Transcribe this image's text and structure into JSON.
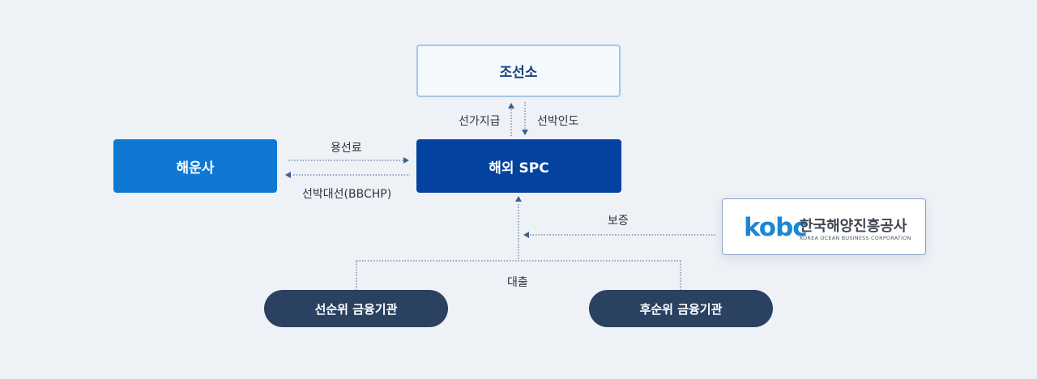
{
  "nodes": {
    "shipyard": "조선소",
    "shipping_company": "해운사",
    "overseas_spc": "해외 SPC",
    "senior_lender": "선순위 금융기관",
    "junior_lender": "후순위 금융기관"
  },
  "kobc": {
    "logo_mark": "kobc",
    "name_ko": "한국해양진흥공사",
    "name_en": "KOREA OCEAN BUSINESS CORPORATION"
  },
  "flows": {
    "pre_payment": "선가지급",
    "ship_delivery": "선박인도",
    "charter_fee": "용선료",
    "bareboat_charter": "선박대선(BBCHP)",
    "guarantee": "보증",
    "loan": "대출"
  },
  "colors": {
    "background": "#eef1f6",
    "shipping_company": "#0e78d4",
    "overseas_spc": "#0442a0",
    "lender": "#2a4161",
    "shipyard_border": "#a8c6e3",
    "connector": "#3d5f8f"
  }
}
